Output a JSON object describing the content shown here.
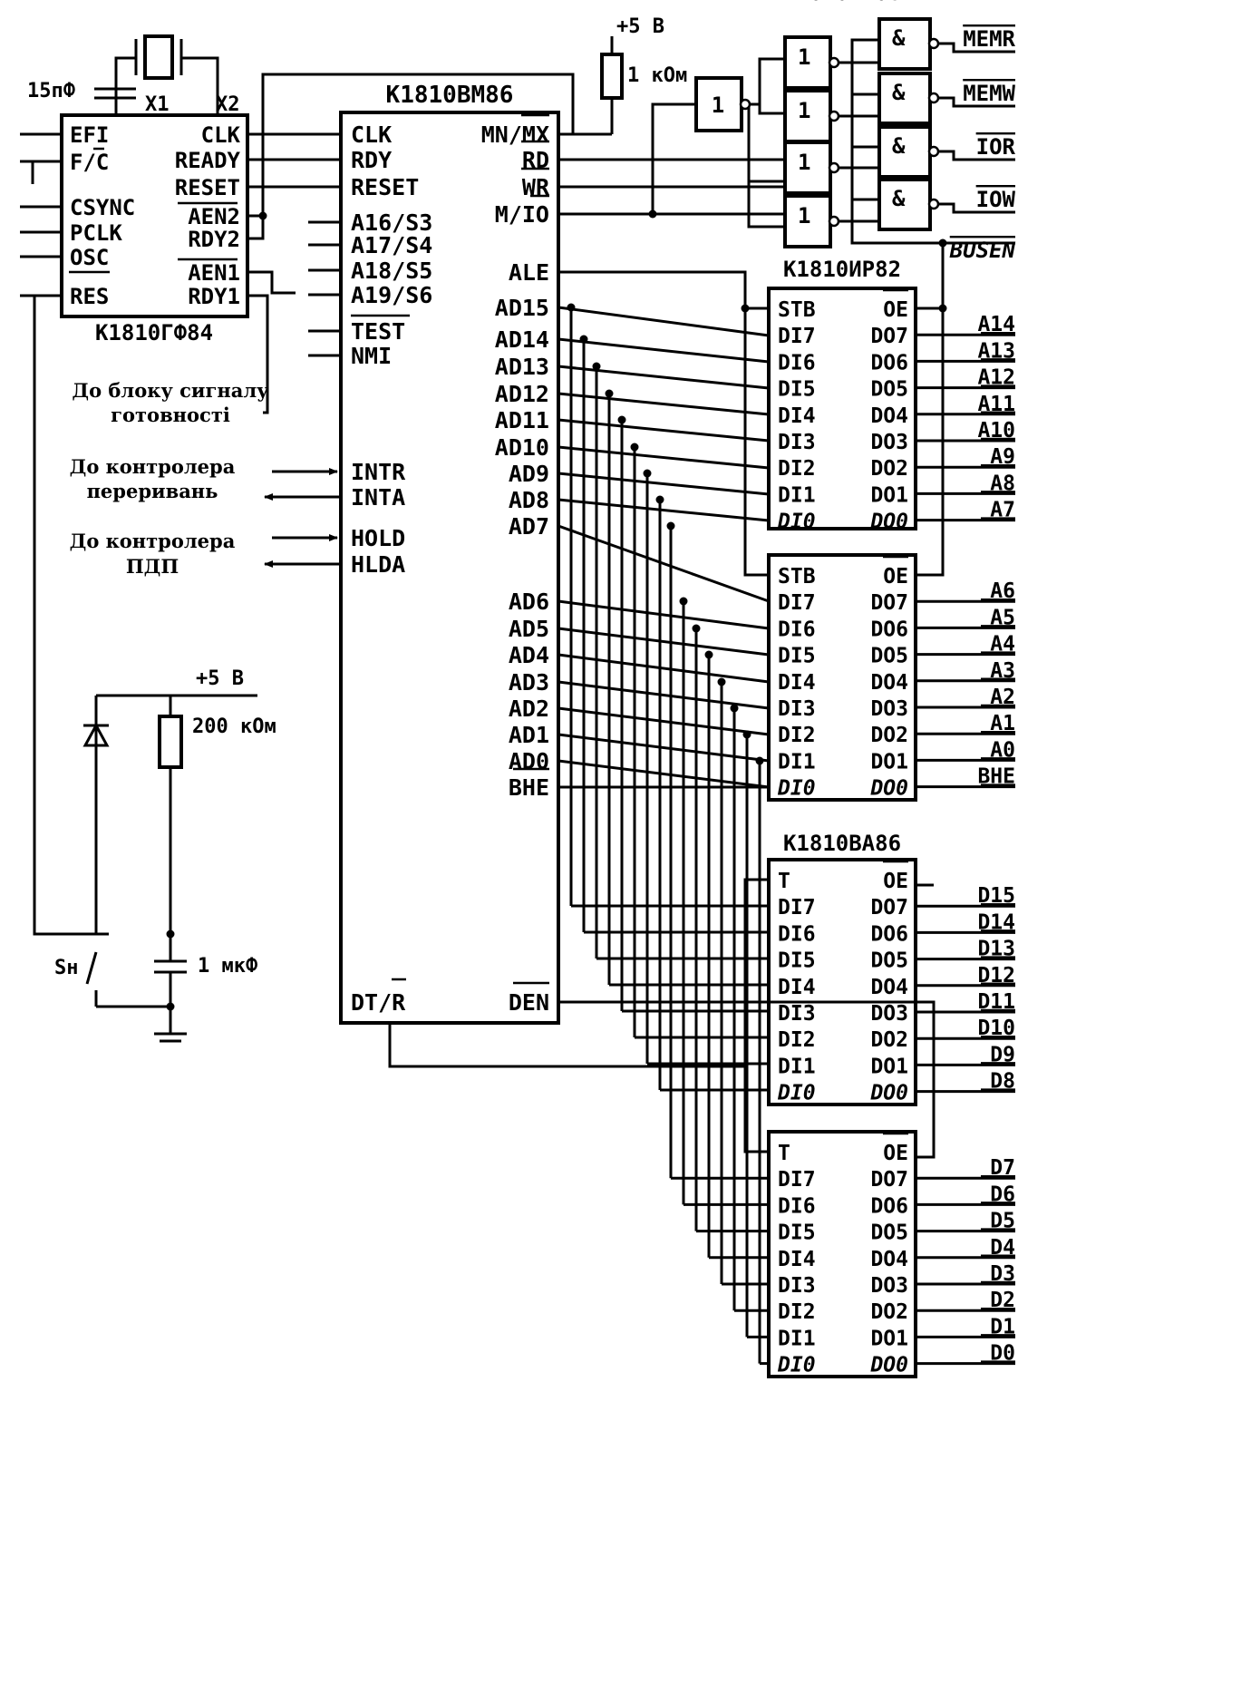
{
  "gen": {
    "name": "К1810ГФ84",
    "cap": "15пФ",
    "x1": "X1",
    "x2": "X2",
    "left_pins": [
      "EFI",
      "F/C",
      "CSYNC",
      "PCLK",
      "OSC",
      "RES"
    ],
    "right_pins": [
      "CLK",
      "READY",
      "RESET",
      "AEN2",
      "RDY2",
      "AEN1",
      "RDY1"
    ]
  },
  "cpu": {
    "name": "К1810ВМ86",
    "left_pins": [
      "CLK",
      "RDY",
      "RESET",
      "A16/S3",
      "A17/S4",
      "A18/S5",
      "A19/S6",
      "TEST",
      "NMI",
      "INTR",
      "INTA",
      "HOLD",
      "HLDA",
      "DT/R"
    ],
    "right_pins": [
      "MN/MX",
      "RD",
      "WR",
      "M/IO",
      "ALE",
      "AD15",
      "AD14",
      "AD13",
      "AD12",
      "AD11",
      "AD10",
      "AD9",
      "AD8",
      "AD7",
      "AD6",
      "AD5",
      "AD4",
      "AD3",
      "AD2",
      "AD1",
      "AD0",
      "BHE",
      "DEN"
    ]
  },
  "pullup": {
    "vcc": "+5 В",
    "res": "1 кОм"
  },
  "reset": {
    "vcc": "+5 В",
    "res": "200 кОм",
    "cap": "1 мкФ",
    "switch": "Sн"
  },
  "notes": {
    "ready": [
      "До блоку сигналу",
      "готовності"
    ],
    "intc": [
      "До контролера",
      "переривань"
    ],
    "dma": [
      "До контролера",
      "ПДП"
    ]
  },
  "logic": {
    "inv": "1",
    "or": "1",
    "and": "&",
    "outputs": [
      "MEMR",
      "MEMW",
      "IOR",
      "IOW"
    ],
    "busen": "BUSEN"
  },
  "latch": {
    "name": "К1810ИР82",
    "left_pins": [
      "STB",
      "DI7",
      "DI6",
      "DI5",
      "DI4",
      "DI3",
      "DI2",
      "DI1",
      "DI0"
    ],
    "right_pins": [
      "OE",
      "DO7",
      "DO6",
      "DO5",
      "DO4",
      "DO3",
      "DO2",
      "DO1",
      "DO0"
    ],
    "out1": [
      "A14",
      "A13",
      "A12",
      "A11",
      "A10",
      "A9",
      "A8",
      "A7"
    ],
    "out2": [
      "A6",
      "A5",
      "A4",
      "A3",
      "A2",
      "A1",
      "A0",
      "BHE"
    ]
  },
  "xcvr": {
    "name": "К1810ВА86",
    "left_pins": [
      "T",
      "DI7",
      "DI6",
      "DI5",
      "DI4",
      "DI3",
      "DI2",
      "DI1",
      "DI0"
    ],
    "right_pins": [
      "OE",
      "DO7",
      "DO6",
      "DO5",
      "DO4",
      "DO3",
      "DO2",
      "DO1",
      "DO0"
    ],
    "out1": [
      "D15",
      "D14",
      "D13",
      "D12",
      "D11",
      "D10",
      "D9",
      "D8"
    ],
    "out2": [
      "D7",
      "D6",
      "D5",
      "D4",
      "D3",
      "D2",
      "D1",
      "D0"
    ]
  }
}
